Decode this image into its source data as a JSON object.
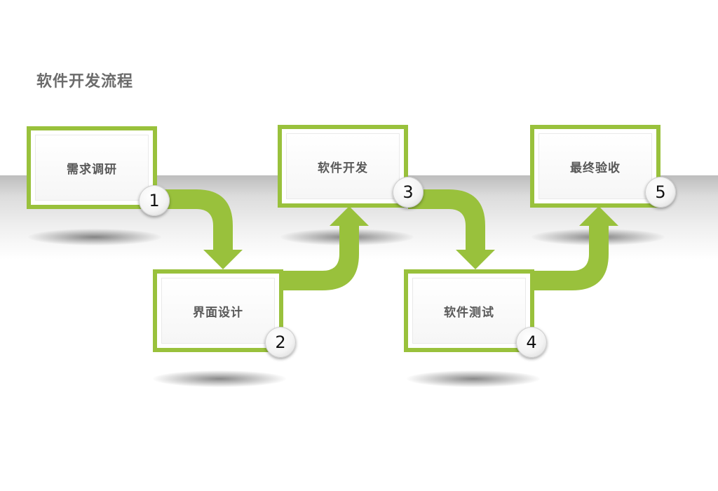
{
  "title": "软件开发流程",
  "colors": {
    "accent_green": "#99c13c",
    "text_gray": "#595959"
  },
  "steps": [
    {
      "number": "1",
      "label": "需求调研"
    },
    {
      "number": "2",
      "label": "界面设计"
    },
    {
      "number": "3",
      "label": "软件开发"
    },
    {
      "number": "4",
      "label": "软件测试"
    },
    {
      "number": "5",
      "label": "最终验收"
    }
  ],
  "icons": [
    "arrow-down-icon",
    "arrow-up-icon"
  ]
}
